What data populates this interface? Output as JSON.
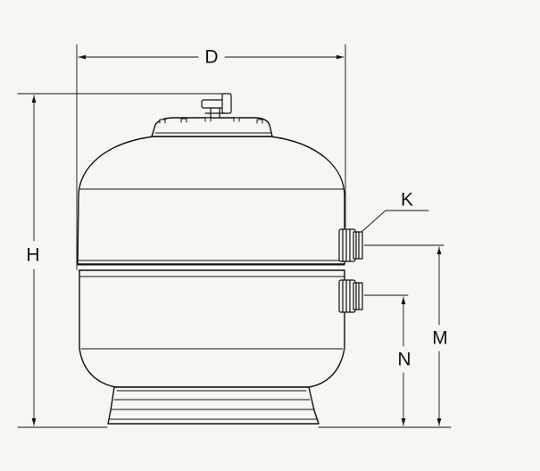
{
  "dimensions": {
    "d": "D",
    "h": "H",
    "k": "K",
    "m": "M",
    "n": "N"
  },
  "colors": {
    "background": "#f8f6f1",
    "line": "#111111"
  }
}
